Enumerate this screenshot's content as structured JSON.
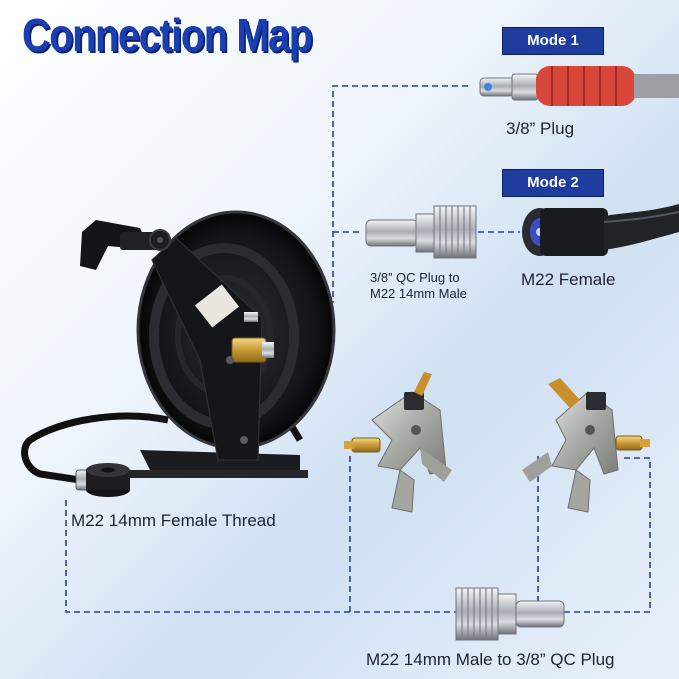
{
  "title": "Connection Map",
  "modes": {
    "mode1": {
      "badge": "Mode 1",
      "label": "3/8” Plug"
    },
    "mode2": {
      "badge": "Mode 2",
      "label": "M22 Female"
    }
  },
  "adapter_top": {
    "line1": "3/8” QC Plug to",
    "line2": "M22 14mm Male"
  },
  "reel_outlet_label": "M22 14mm Female Thread",
  "adapter_bottom_label": "M22 14mm Male to 3/8” QC Plug",
  "colors": {
    "title": "#1a3fae",
    "badge": "#1f3d9e",
    "connector_line": "#2a3f9a",
    "hose_guard": "#d9473a",
    "reel_body": "#1b1c20"
  }
}
